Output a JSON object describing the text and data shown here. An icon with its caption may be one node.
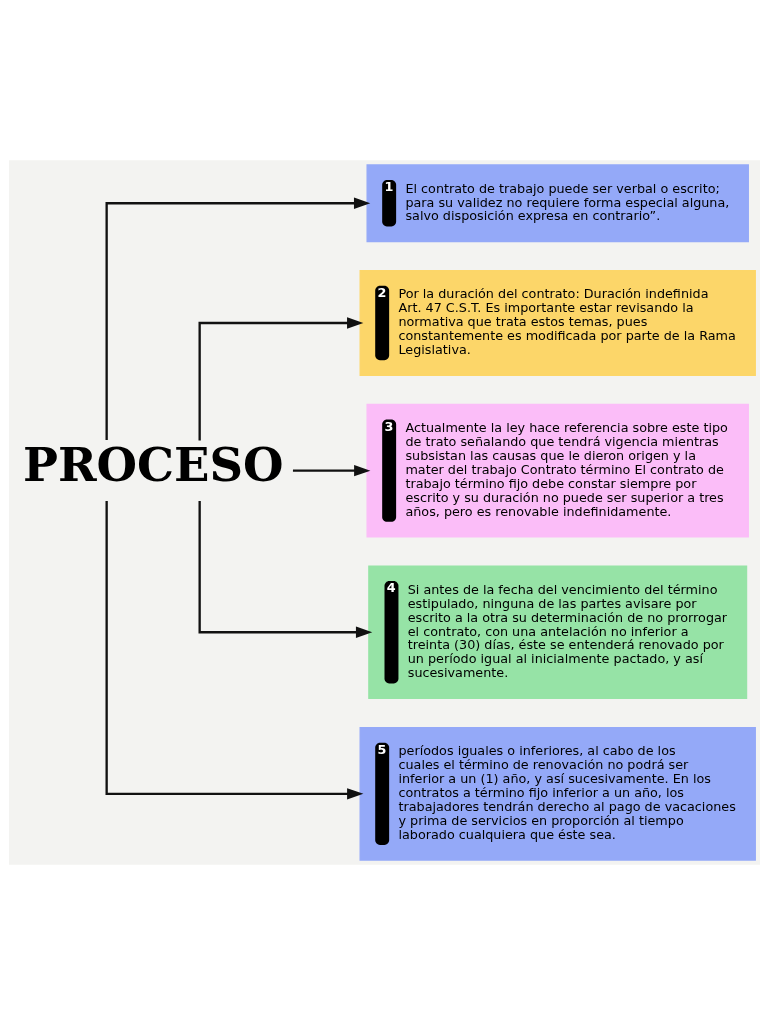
{
  "diagram": {
    "nodes": [
      {
        "text": [
          "PROCESO"
        ]
      },
      {
        "text": [
          "1",
          "El contrato de trabajo puede ser verbal o escrito; para su validez no requiere forma especial alguna, salvo disposición expresa en contrario”."
        ]
      },
      {
        "text": [
          "2",
          "Por la duración del contrato: Duración indefinida Art. 47 C.S.T. Es importante estar revisando la normativa que trata estos temas, pues constantemente es modificada por parte de la Rama Legislativa."
        ]
      },
      {
        "text": [
          "3",
          "Actualmente la ley hace referencia sobre este tipo de trato señalando que tendrá vigencia mientras subsistan las causas que le dieron origen y la mater del trabajo Contrato término El contrato de trabajo término fijo debe constar siempre por escrito y su duración no puede ser superior a tres años, pero es renovable indefinidamente."
        ]
      },
      {
        "text": [
          "4",
          "Si antes de la fecha del vencimiento del término estipulado, ninguna de las partes avisare por escrito a la otra su determinación de no prorrogar el contrato, con una antelación no inferior a treinta (30) días, éste se entenderá renovado por un período igual al inicialmente pactado, y así sucesivamente."
        ]
      },
      {
        "text": [
          "5",
          "períodos iguales o inferiores, al cabo de los cuales el término de renovación no podrá ser inferior a un (1) año, y así sucesivamente. En los contratos a término fijo inferior a un año, los trabajadores tendrán derecho al pago de vacaciones y prima de servicios en proporción al tiempo laborado cualquiera que éste sea."
        ]
      }
    ],
    "edges": [
      {
        "from": 0,
        "to": 1,
        "arrow": "to"
      },
      {
        "from": 0,
        "to": 2,
        "arrow": "to"
      },
      {
        "from": 0,
        "to": 3,
        "arrow": "to"
      },
      {
        "from": 0,
        "to": 4,
        "arrow": "to"
      },
      {
        "from": 0,
        "to": 5,
        "arrow": "to"
      }
    ]
  }
}
